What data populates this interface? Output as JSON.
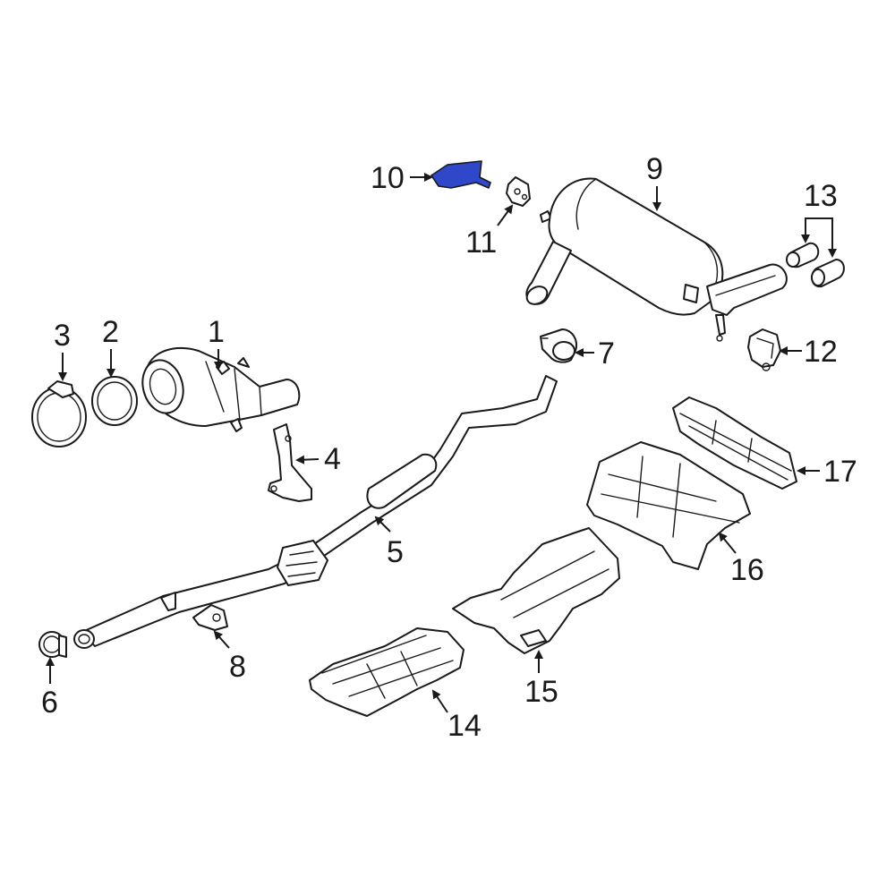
{
  "diagram": {
    "highlight_color": "#2f48c9",
    "line_color": "#1a1a1a",
    "callouts": [
      {
        "id": "1",
        "label": "1"
      },
      {
        "id": "2",
        "label": "2"
      },
      {
        "id": "3",
        "label": "3"
      },
      {
        "id": "4",
        "label": "4"
      },
      {
        "id": "5",
        "label": "5"
      },
      {
        "id": "6",
        "label": "6"
      },
      {
        "id": "7",
        "label": "7"
      },
      {
        "id": "8",
        "label": "8"
      },
      {
        "id": "9",
        "label": "9"
      },
      {
        "id": "10",
        "label": "10",
        "highlighted": true
      },
      {
        "id": "11",
        "label": "11"
      },
      {
        "id": "12",
        "label": "12"
      },
      {
        "id": "13",
        "label": "13"
      },
      {
        "id": "14",
        "label": "14"
      },
      {
        "id": "15",
        "label": "15"
      },
      {
        "id": "16",
        "label": "16"
      },
      {
        "id": "17",
        "label": "17"
      }
    ]
  }
}
